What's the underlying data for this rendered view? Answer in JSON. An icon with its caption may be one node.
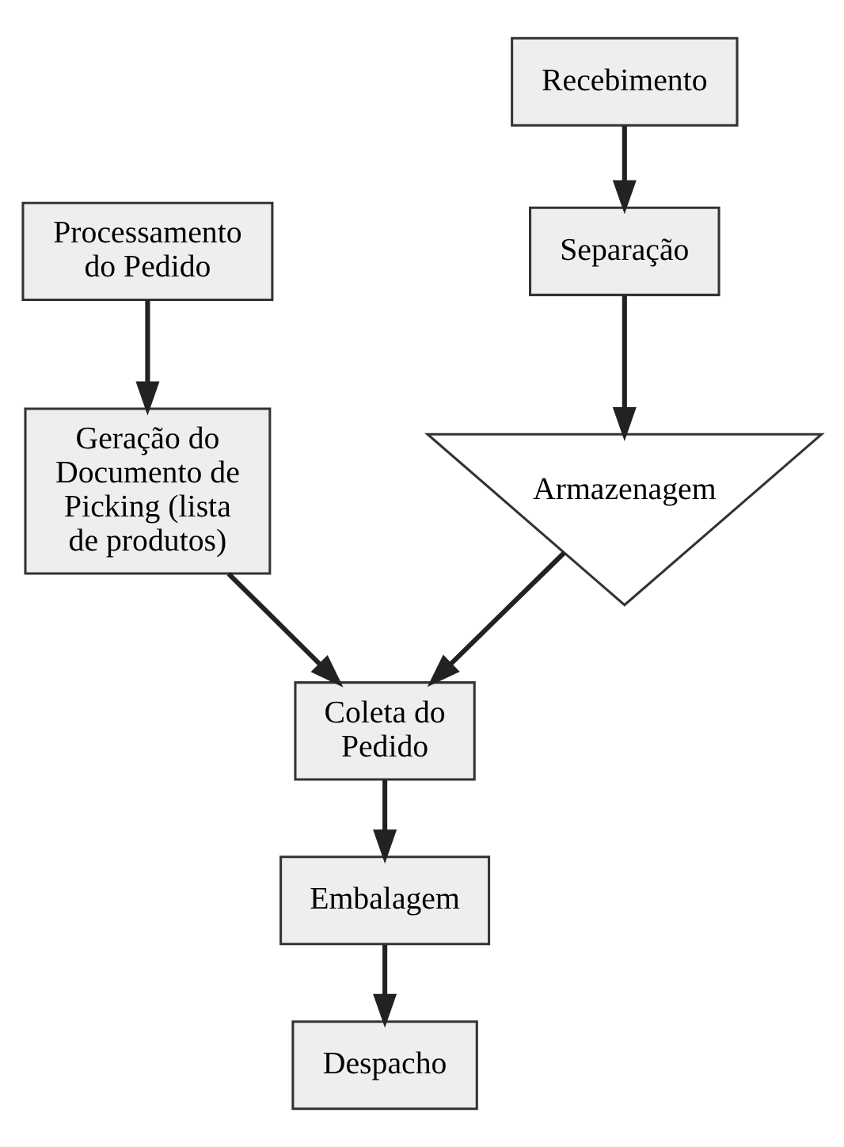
{
  "diagram": {
    "nodes": [
      {
        "text": [
          "Recebimento"
        ]
      },
      {
        "text": [
          "Separação"
        ]
      },
      {
        "text": [
          "Armazenagem"
        ]
      },
      {
        "text": [
          "Processamento do Pedido"
        ]
      },
      {
        "text": [
          "Geração do Documento de Picking (lista de produtos)"
        ]
      },
      {
        "text": [
          "Coleta do Pedido"
        ]
      },
      {
        "text": [
          "Embalagem"
        ]
      },
      {
        "text": [
          "Despacho"
        ]
      }
    ],
    "edges": [
      {
        "from": 0,
        "to": 1,
        "arrow": "to"
      },
      {
        "from": 1,
        "to": 2,
        "arrow": "to"
      },
      {
        "from": 2,
        "to": 5,
        "arrow": "to"
      },
      {
        "from": 3,
        "to": 4,
        "arrow": "to"
      },
      {
        "from": 4,
        "to": 5,
        "arrow": "to"
      },
      {
        "from": 5,
        "to": 6,
        "arrow": "to"
      },
      {
        "from": 6,
        "to": 7,
        "arrow": "to"
      }
    ]
  }
}
